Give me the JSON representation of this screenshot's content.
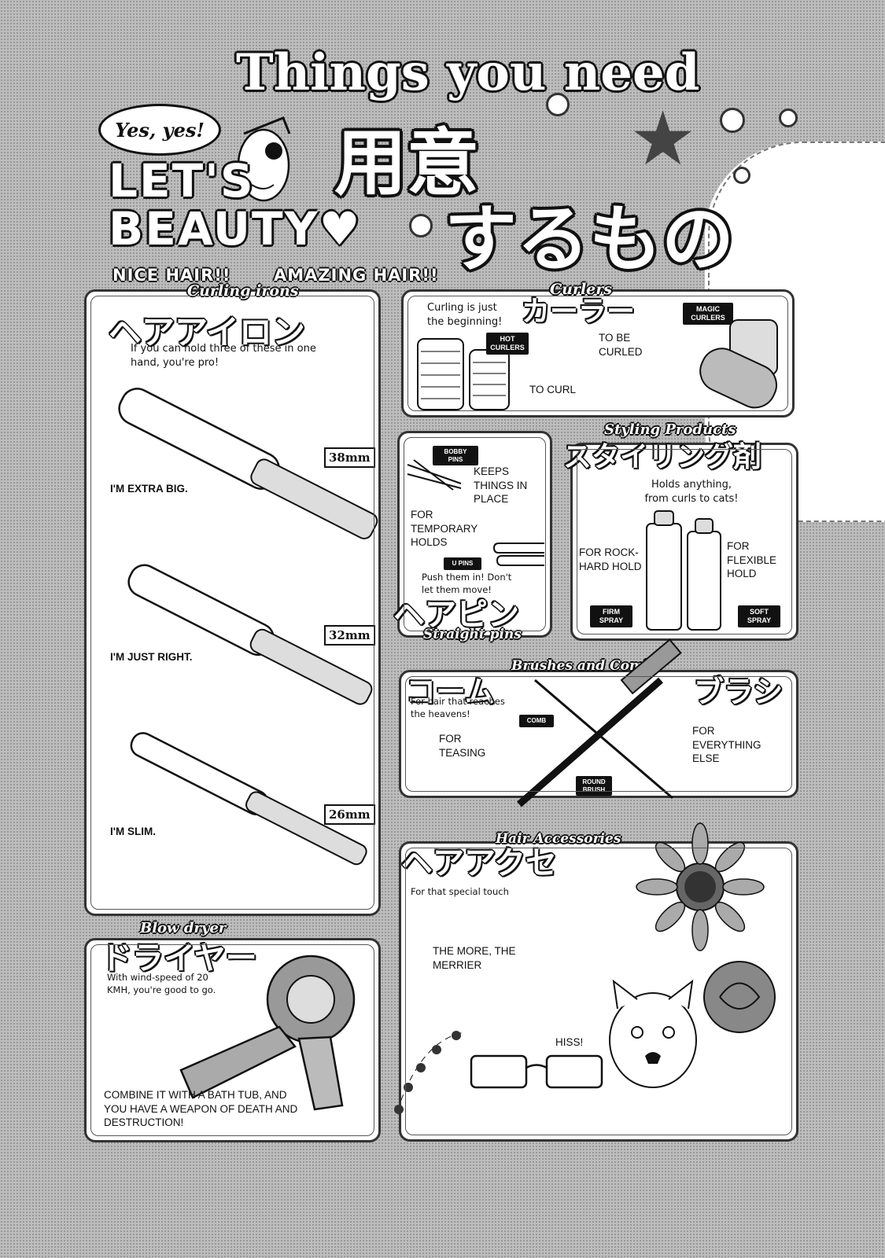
{
  "header": {
    "title": "Things you need",
    "bubble": "Yes, yes!",
    "logo_line1": "LET'S",
    "logo_line2": "BEAUTY",
    "logo_heart": "♥",
    "jp_line1": "用意",
    "jp_line2": "するもの",
    "nice_hair": "NICE HAIR!!",
    "amazing_hair": "AMAZING HAIR!!"
  },
  "curling_irons": {
    "title": "Curling irons",
    "kata": "ヘアアイロン",
    "note": "If you can hold three of these in one hand, you're pro!",
    "items": [
      {
        "size": "38mm",
        "caption": "I'M EXTRA BIG."
      },
      {
        "size": "32mm",
        "caption": "I'M JUST RIGHT."
      },
      {
        "size": "26mm",
        "caption": "I'M SLIM."
      }
    ]
  },
  "curlers": {
    "title": "Curlers",
    "kata": "カーラー",
    "note": "Curling is just the beginning!",
    "hot_tag": "HOT CURLERS",
    "magic_tag": "MAGIC CURLERS",
    "to_be_curled": "TO BE CURLED",
    "to_curl": "TO CURL"
  },
  "straight_pins": {
    "title": "Straight pins",
    "kata": "ヘアピン",
    "bobby_tag": "BOBBY PINS",
    "u_tag": "U PINS",
    "keeps": "KEEPS THINGS IN PLACE",
    "temporary": "FOR TEMPORARY HOLDS",
    "push": "Push them in! Don't let them move!"
  },
  "styling_products": {
    "title": "Styling Products",
    "kata": "スタイリング剤",
    "note": "Holds anything, from curls to cats!",
    "rock_hard": "FOR ROCK-HARD HOLD",
    "flexible": "FOR FLEXIBLE HOLD",
    "firm_tag": "FIRM SPRAY",
    "soft_tag": "SOFT SPRAY"
  },
  "brushes": {
    "title": "Brushes and Combs",
    "kata1": "コーム",
    "kata2": "ブラシ",
    "note": "For hair that reaches the heavens!",
    "comb_tag": "COMB",
    "round_tag": "ROUND BRUSH",
    "teasing": "FOR TEASING",
    "everything": "FOR EVERYTHING ELSE"
  },
  "accessories": {
    "title": "Hair Accessories",
    "kata": "ヘアアクセ",
    "note": "For that special touch",
    "merrier": "THE MORE, THE MERRIER",
    "hiss": "HISS!"
  },
  "blow_dryer": {
    "title": "Blow dryer",
    "kata": "ドライヤー",
    "note": "With wind-speed of 20 KMH, you're good to go.",
    "caption": "COMBINE IT WITH A BATH TUB, AND YOU HAVE A WEAPON OF DEATH AND DESTRUCTION!"
  }
}
